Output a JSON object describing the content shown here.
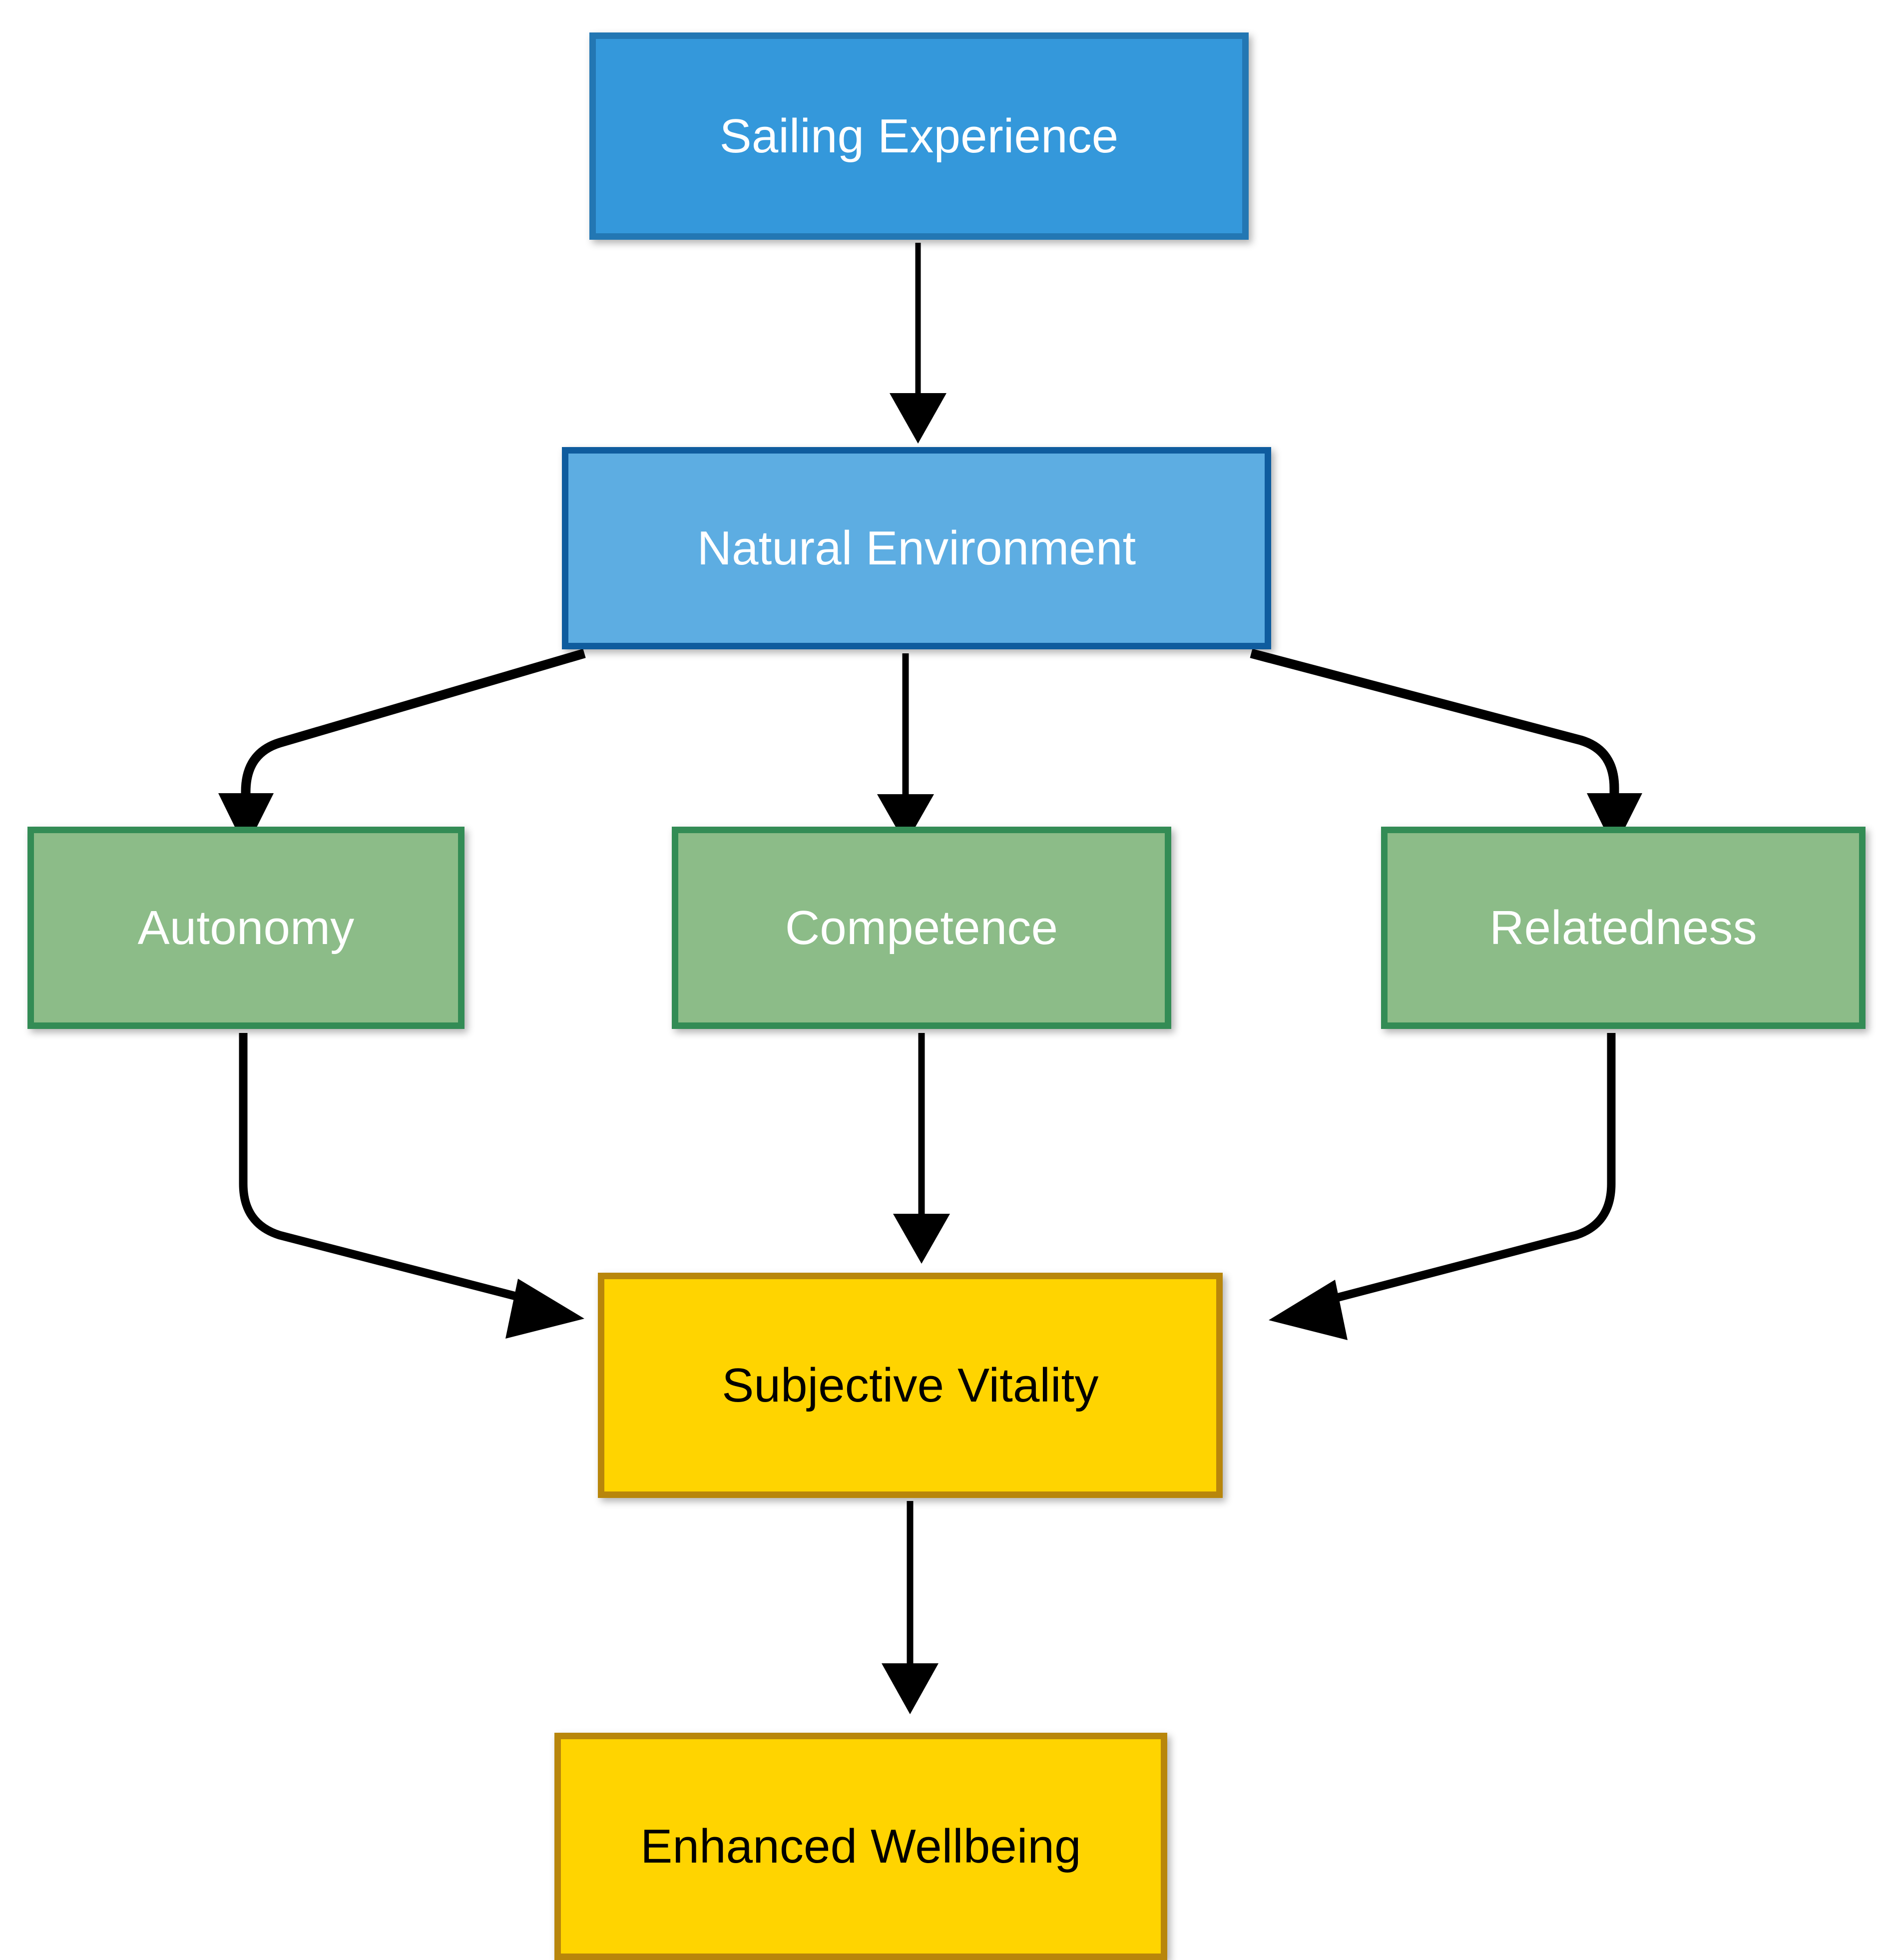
{
  "diagram": {
    "title": "Sailing Experience wellbeing pathway flowchart",
    "orientation": "top-to-bottom",
    "background_color": "#ffffff",
    "nodes": [
      {
        "id": "sailing-experience",
        "label": "Sailing Experience",
        "level": 1,
        "fill_color": "#3498db",
        "border_color": "#2377b3",
        "text_color": "#ffffff"
      },
      {
        "id": "natural-environment",
        "label": "Natural Environment",
        "level": 2,
        "fill_color": "#5dade2",
        "border_color": "#0f5c9e",
        "text_color": "#ffffff"
      },
      {
        "id": "autonomy",
        "label": "Autonomy",
        "level": 3,
        "fill_color": "#8cbc88",
        "border_color": "#338c55",
        "text_color": "#ffffff"
      },
      {
        "id": "competence",
        "label": "Competence",
        "level": 3,
        "fill_color": "#8cbc88",
        "border_color": "#338c55",
        "text_color": "#ffffff"
      },
      {
        "id": "relatedness",
        "label": "Relatedness",
        "level": 3,
        "fill_color": "#8cbc88",
        "border_color": "#338c55",
        "text_color": "#ffffff"
      },
      {
        "id": "subjective-vitality",
        "label": "Subjective Vitality",
        "level": 4,
        "fill_color": "#ffd400",
        "border_color": "#b8860b",
        "text_color": "#000000"
      },
      {
        "id": "enhanced-wellbeing",
        "label": "Enhanced Wellbeing",
        "level": 5,
        "fill_color": "#ffd400",
        "border_color": "#b8860b",
        "text_color": "#000000"
      }
    ],
    "edges": [
      {
        "id": "edge-sailing-to-environment",
        "from": "sailing-experience",
        "to": "natural-environment",
        "label": "",
        "style": "solid",
        "arrow": "end",
        "color": "#000000"
      },
      {
        "id": "edge-environment-to-autonomy",
        "from": "natural-environment",
        "to": "autonomy",
        "label": "",
        "style": "solid",
        "arrow": "end",
        "color": "#000000"
      },
      {
        "id": "edge-environment-to-competence",
        "from": "natural-environment",
        "to": "competence",
        "label": "",
        "style": "solid",
        "arrow": "end",
        "color": "#000000"
      },
      {
        "id": "edge-environment-to-relatedness",
        "from": "natural-environment",
        "to": "relatedness",
        "label": "",
        "style": "solid",
        "arrow": "end",
        "color": "#000000"
      },
      {
        "id": "edge-autonomy-to-vitality",
        "from": "autonomy",
        "to": "subjective-vitality",
        "label": "",
        "style": "solid",
        "arrow": "end",
        "color": "#000000"
      },
      {
        "id": "edge-competence-to-vitality",
        "from": "competence",
        "to": "subjective-vitality",
        "label": "",
        "style": "solid",
        "arrow": "end",
        "color": "#000000"
      },
      {
        "id": "edge-relatedness-to-vitality",
        "from": "relatedness",
        "to": "subjective-vitality",
        "label": "",
        "style": "solid",
        "arrow": "end",
        "color": "#000000"
      },
      {
        "id": "edge-vitality-to-wellbeing",
        "from": "subjective-vitality",
        "to": "enhanced-wellbeing",
        "label": "",
        "style": "solid",
        "arrow": "end",
        "color": "#000000"
      }
    ]
  }
}
